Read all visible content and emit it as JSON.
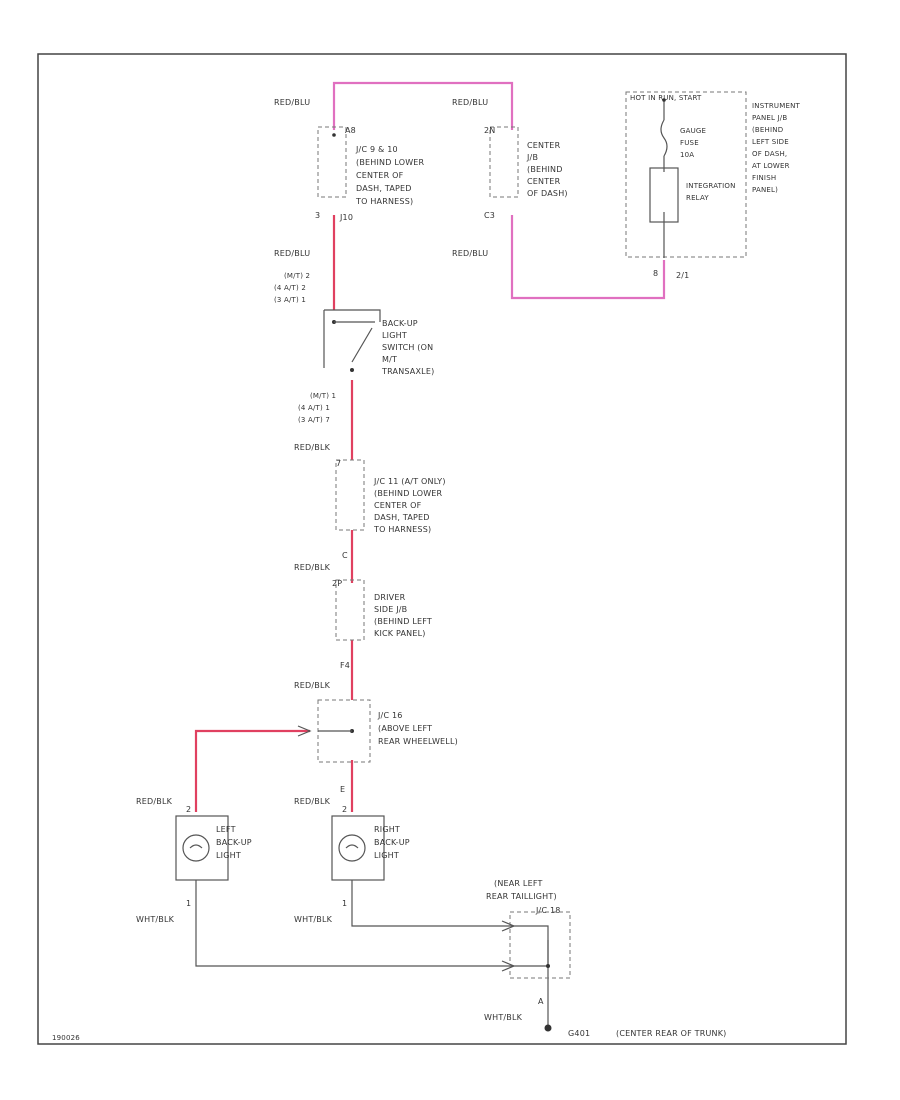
{
  "figure_id": "190026",
  "wire_colors": {
    "red_blu": "RED/BLU",
    "red_blk": "RED/BLK",
    "wht_blk": "WHT/BLK"
  },
  "components": {
    "jc_9_10": {
      "pin_top": "A8",
      "pin_bottom": "3",
      "connector": "J10",
      "desc": [
        "J/C 9 & 10",
        "(BEHIND LOWER",
        "CENTER OF",
        "DASH, TAPED",
        "TO HARNESS)"
      ]
    },
    "center_jb": {
      "pin_top": "2N",
      "pin_bottom": "C3",
      "desc": [
        "CENTER",
        "J/B",
        "(BEHIND",
        "CENTER",
        "OF DASH)"
      ]
    },
    "instrument_jb": {
      "header": "HOT IN RUN, START",
      "fuse": [
        "GAUGE",
        "FUSE",
        "10A"
      ],
      "relay": [
        "INTEGRATION",
        "RELAY"
      ],
      "pin_bottom": "8",
      "connector": "2/1",
      "desc": [
        "INSTRUMENT",
        "PANEL J/B",
        "(BEHIND",
        "LEFT SIDE",
        "OF DASH,",
        "AT LOWER",
        "FINISH",
        "PANEL)"
      ]
    },
    "backup_switch": {
      "pins_top": [
        "(M/T) 2",
        "(4 A/T) 2",
        "(3 A/T) 1"
      ],
      "pins_bottom": [
        "(M/T) 1",
        "(4 A/T) 1",
        "(3 A/T) 7"
      ],
      "desc": [
        "BACK-UP",
        "LIGHT",
        "SWITCH (ON",
        "M/T",
        "TRANSAXLE)"
      ]
    },
    "jc_11": {
      "pin_top": "7",
      "pin_bottom": "C",
      "desc": [
        "J/C 11    (A/T ONLY)",
        "(BEHIND LOWER",
        "CENTER OF",
        "DASH, TAPED",
        "TO HARNESS)"
      ]
    },
    "driver_jb": {
      "pin_top": "2P",
      "pin_bottom": "F4",
      "desc": [
        "DRIVER",
        "SIDE J/B",
        "(BEHIND LEFT",
        "KICK PANEL)"
      ]
    },
    "jc_16": {
      "pin_bottom": "E",
      "desc": [
        "J/C 16",
        "(ABOVE LEFT",
        "REAR WHEELWELL)"
      ]
    },
    "left_backup": {
      "pin_top": "2",
      "pin_bottom": "1",
      "desc": [
        "LEFT",
        "BACK-UP",
        "LIGHT"
      ]
    },
    "right_backup": {
      "pin_top": "2",
      "pin_bottom": "1",
      "desc": [
        "RIGHT",
        "BACK-UP",
        "LIGHT"
      ]
    },
    "jc_18": {
      "header": [
        "(NEAR LEFT",
        "REAR TAILLIGHT)"
      ],
      "name": "J/C 18",
      "pin_bottom": "A"
    },
    "ground": {
      "name": "G401",
      "desc": "(CENTER REAR OF TRUNK)"
    }
  }
}
